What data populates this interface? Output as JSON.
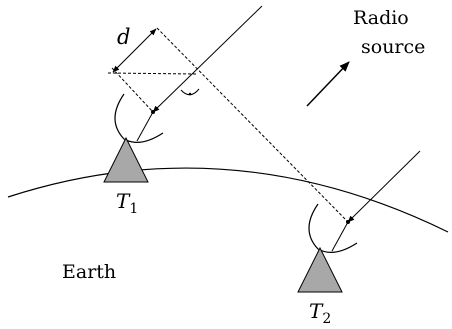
{
  "labels": {
    "baseline_distance": "d",
    "source_line1": "Radio",
    "source_line2": "source",
    "telescope1": "T",
    "telescope1_sub": "1",
    "telescope2": "T",
    "telescope2_sub": "2",
    "ground": "Earth"
  },
  "colors": {
    "line": "#000000",
    "telescope_fill": "#a8a8a8",
    "background": "#ffffff"
  }
}
